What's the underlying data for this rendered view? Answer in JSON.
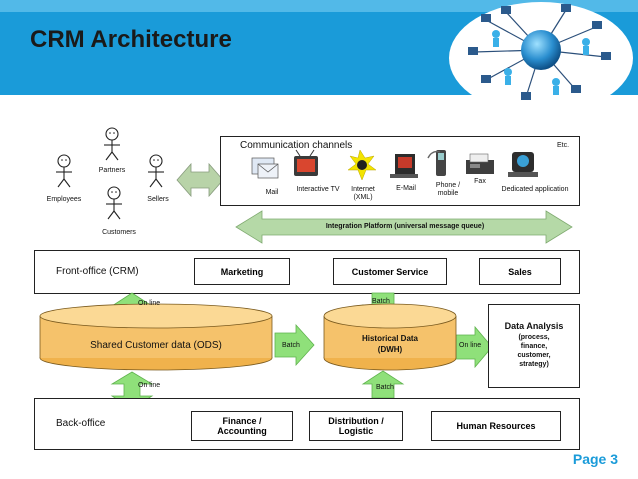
{
  "title": "CRM Architecture",
  "page_label": "Page 3",
  "actors": {
    "partners": "Partners",
    "employees": "Employees",
    "sellers": "Sellers",
    "customers": "Customers"
  },
  "channels": {
    "heading": "Communication channels",
    "etc": "Etc.",
    "items": [
      "Mail",
      "Interactive TV",
      "Internet (XML)",
      "E-Mail",
      "Phone / mobile",
      "Fax",
      "Dedicated application"
    ]
  },
  "integration": "Integration Platform (universal message queue)",
  "front_office": {
    "label": "Front-office (CRM)",
    "marketing": "Marketing",
    "customer_service": "Customer Service",
    "sales": "Sales"
  },
  "ods": "Shared Customer data (ODS)",
  "dwh": {
    "line1": "Historical Data",
    "line2": "(DWH)"
  },
  "analysis": {
    "title": "Data Analysis",
    "detail": [
      "(process,",
      "finance,",
      "customer,",
      "strategy)"
    ]
  },
  "arrows": {
    "online": "On line",
    "batch": "Batch"
  },
  "back_office": {
    "label": "Back-office",
    "finance": [
      "Finance /",
      "Accounting"
    ],
    "distribution": [
      "Distribution /",
      "Logistic"
    ],
    "hr": "Human Resources"
  },
  "colors": {
    "header": "#1a9bd9",
    "cylinder": "#f5c26b",
    "arrow_green": "#8fe07a",
    "integration_arrow": "#b5d9a7"
  }
}
